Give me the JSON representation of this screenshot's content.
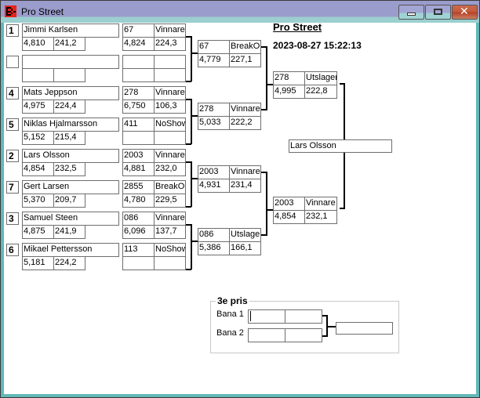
{
  "window": {
    "title": "Pro Street",
    "buttons": {
      "minimize": "minimize",
      "maximize": "maximize",
      "close": "close"
    }
  },
  "header": {
    "title": "Pro Street",
    "datetime": "2023-08-27 15:22:13"
  },
  "round1": [
    {
      "seed": "1",
      "name": "Jimmi Karlsen",
      "reaction": "4,810",
      "time": "241,2"
    },
    {
      "seed": "",
      "name": "",
      "reaction": "",
      "time": ""
    },
    {
      "seed": "4",
      "name": "Mats Jeppson",
      "reaction": "4,975",
      "time": "224,4"
    },
    {
      "seed": "5",
      "name": "Niklas Hjalmarsson",
      "reaction": "5,152",
      "time": "215,4"
    },
    {
      "seed": "2",
      "name": "Lars Olsson",
      "reaction": "4,854",
      "time": "232,5"
    },
    {
      "seed": "7",
      "name": "Gert Larsen",
      "reaction": "5,370",
      "time": "209,7"
    },
    {
      "seed": "3",
      "name": "Samuel Steen",
      "reaction": "4,875",
      "time": "241,9"
    },
    {
      "seed": "6",
      "name": "Mikael Pettersson",
      "reaction": "5,181",
      "time": "224,2"
    }
  ],
  "round2": [
    {
      "number": "67",
      "status": "Vinnare",
      "reaction": "4,824",
      "time": "224,3"
    },
    {
      "number": "",
      "status": "",
      "reaction": "",
      "time": ""
    },
    {
      "number": "278",
      "status": "Vinnare",
      "reaction": "6,750",
      "time": "106,3"
    },
    {
      "number": "411",
      "status": "NoShow",
      "reaction": "",
      "time": ""
    },
    {
      "number": "2003",
      "status": "Vinnare",
      "reaction": "4,881",
      "time": "232,0"
    },
    {
      "number": "2855",
      "status": "BreakOut",
      "reaction": "4,780",
      "time": "229,5"
    },
    {
      "number": "086",
      "status": "Vinnare",
      "reaction": "6,096",
      "time": "137,7"
    },
    {
      "number": "113",
      "status": "NoShow",
      "reaction": "",
      "time": ""
    }
  ],
  "round3": [
    {
      "number": "67",
      "status": "BreakOut",
      "reaction": "4,779",
      "time": "227,1"
    },
    {
      "number": "278",
      "status": "Vinnare",
      "reaction": "5,033",
      "time": "222,2"
    },
    {
      "number": "2003",
      "status": "Vinnare",
      "reaction": "4,931",
      "time": "231,4"
    },
    {
      "number": "086",
      "status": "Utslagen",
      "reaction": "5,386",
      "time": "166,1"
    }
  ],
  "semifinal": [
    {
      "number": "278",
      "status": "Utslagen",
      "reaction": "4,995",
      "time": "222,8"
    },
    {
      "number": "2003",
      "status": "Vinnare",
      "reaction": "4,854",
      "time": "232,1"
    }
  ],
  "final": {
    "winner": "Lars Olsson"
  },
  "third_place": {
    "title": "3e pris",
    "lane1_label": "Bana 1",
    "lane2_label": "Bana 2",
    "lane1": {
      "a": "",
      "b": ""
    },
    "lane2": {
      "a": "",
      "b": ""
    },
    "result": ""
  }
}
